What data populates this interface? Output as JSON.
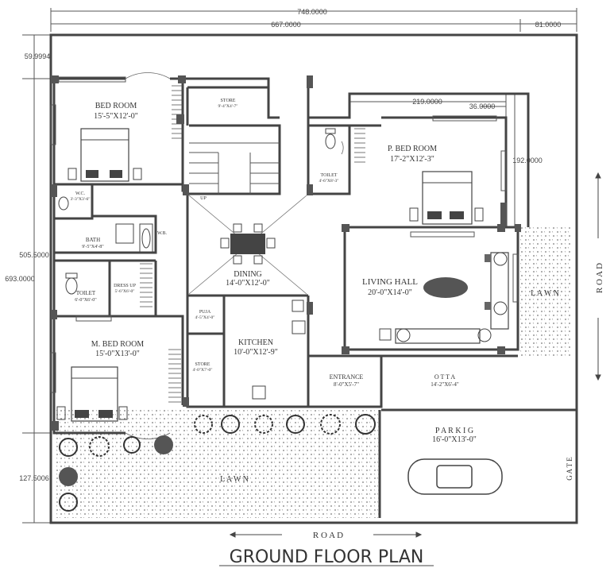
{
  "dimensions": {
    "total_width": "748.0000",
    "inner_width": "667.0000",
    "right_offset": "81.0000",
    "top_offset": "59.9994",
    "height_mid": "505.5000",
    "total_height": "693.0000",
    "bottom_offset": "127.5006",
    "pbed_width": "219.0000",
    "pbed_offset": "36.0000",
    "pbed_depth": "192.0000"
  },
  "rooms": {
    "bed_room": {
      "name": "BED ROOM",
      "size": "15'-5\"X12'-0\""
    },
    "store_top": {
      "name": "STORE",
      "size": "9'-4\"X4'-7\""
    },
    "p_bed_room": {
      "name": "P. BED ROOM",
      "size": "17'-2\"X12'-3\""
    },
    "toilet_top": {
      "name": "TOILET",
      "size": "4'-6\"X8'-3\""
    },
    "wc": {
      "name": "W.C.",
      "size": "3'-3\"X3'-6\""
    },
    "bath": {
      "name": "BATH",
      "size": "9'-5\"X4'-8\""
    },
    "wb": {
      "name": "W.B."
    },
    "dining": {
      "name": "DINING",
      "size": "14'-0\"X12'-0\""
    },
    "living_hall": {
      "name": "LIVING HALL",
      "size": "20'-0\"X14'-0\""
    },
    "toilet": {
      "name": "TOILET",
      "size": "6'-0\"X6'-0\""
    },
    "dress_up": {
      "name": "DRESS UP",
      "size": "5'-6\"X6'-0\""
    },
    "m_bed_room": {
      "name": "M. BED ROOM",
      "size": "15'-0\"X13'-0\""
    },
    "puja": {
      "name": "PUJA",
      "size": "4'-5\"X4'-0\""
    },
    "kitchen": {
      "name": "KITCHEN",
      "size": "10'-0\"X12'-9\""
    },
    "store_mid": {
      "name": "STORE",
      "size": "4'-0\"X7'-0\""
    },
    "entrance": {
      "name": "ENTRANCE",
      "size": "8'-0\"X5'-7\""
    },
    "otta": {
      "name": "O T T A",
      "size": "14'-2\"X6'-4\""
    },
    "parking": {
      "name": "P A R K I G",
      "size": "16'-0\"X13'-0\""
    },
    "lawn_right": {
      "name": "L A W N"
    },
    "lawn_bottom": {
      "name": "L A W N"
    }
  },
  "labels": {
    "up": "UP",
    "road_right": "R O A D",
    "road_bottom": "R O A D",
    "gate": "G A T E"
  },
  "title": "GROUND FLOOR PLAN"
}
